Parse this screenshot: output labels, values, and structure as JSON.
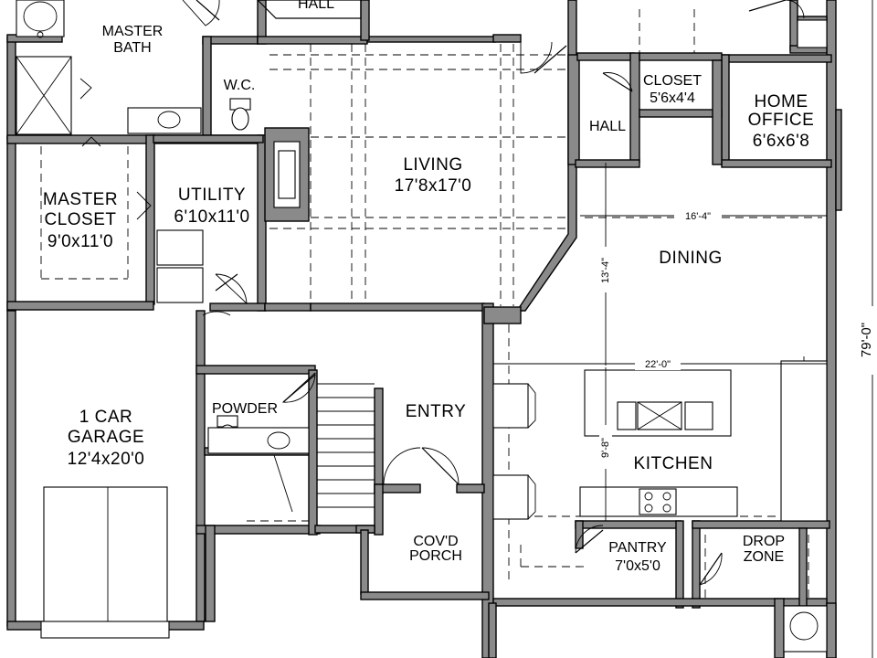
{
  "rooms": {
    "hall_top": {
      "name": "HALL"
    },
    "master_bath": {
      "name_1": "MASTER",
      "name_2": "BATH"
    },
    "wc": {
      "name": "W.C."
    },
    "living": {
      "name": "LIVING",
      "size": "17'8x17'0"
    },
    "closet": {
      "name": "CLOSET",
      "size": "5'6x4'4"
    },
    "hall": {
      "name": "HALL"
    },
    "home_office": {
      "name_1": "HOME",
      "name_2": "OFFICE",
      "size": "6'6x6'8"
    },
    "master_closet": {
      "name_1": "MASTER",
      "name_2": "CLOSET",
      "size": "9'0x11'0"
    },
    "utility": {
      "name": "UTILITY",
      "size": "6'10x11'0"
    },
    "dining": {
      "name": "DINING"
    },
    "garage": {
      "name_1": "1 CAR",
      "name_2": "GARAGE",
      "size": "12'4x20'0"
    },
    "powder": {
      "name": "POWDER"
    },
    "entry": {
      "name": "ENTRY"
    },
    "kitchen": {
      "name": "KITCHEN"
    },
    "porch": {
      "name_1": "COV'D",
      "name_2": "PORCH"
    },
    "pantry": {
      "name": "PANTRY",
      "size": "7'0x5'0"
    },
    "drop_zone": {
      "name_1": "DROP",
      "name_2": "ZONE"
    }
  },
  "dimensions": {
    "dining_width": "16'-4\"",
    "dining_depth": "13'-4\"",
    "kitchen_width": "22'-0\"",
    "kitchen_depth": "9'-8\"",
    "overall_depth": "79'-0\""
  }
}
